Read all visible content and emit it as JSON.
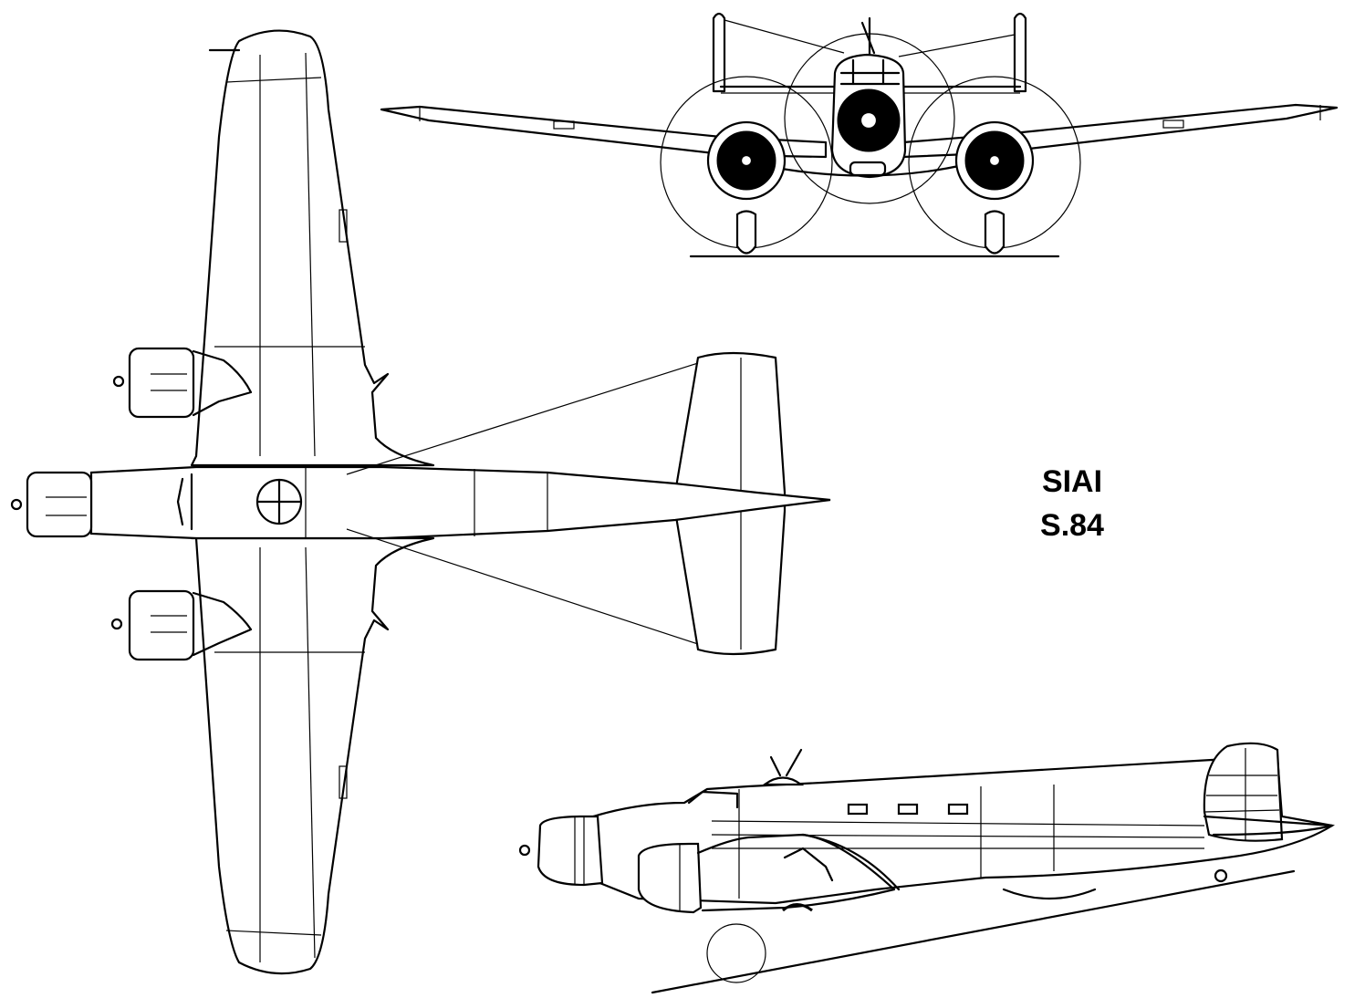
{
  "title": {
    "line1": "SIAI",
    "line2": "S.84"
  },
  "views": [
    "front-view",
    "top-view",
    "side-view"
  ],
  "colors": {
    "ink": "#000000",
    "paper": "#ffffff"
  }
}
